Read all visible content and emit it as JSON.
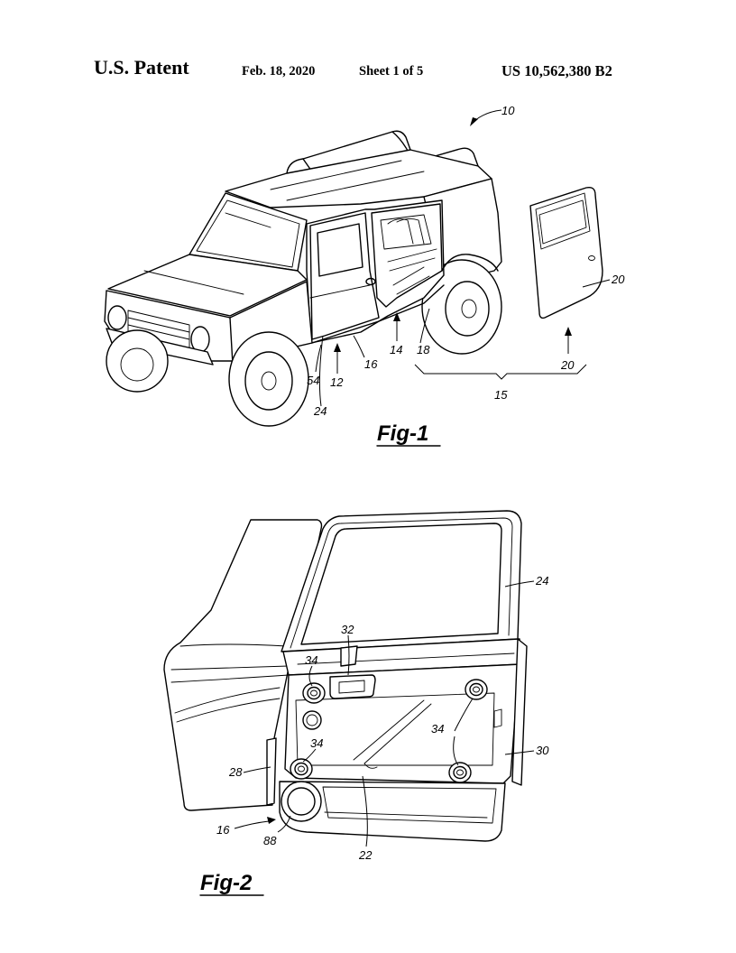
{
  "header": {
    "left": "U.S. Patent",
    "date": "Feb. 18, 2020",
    "sheet": "Sheet 1 of 5",
    "number": "US 10,562,380 B2"
  },
  "figure1": {
    "caption": "Fig-1",
    "refs": {
      "r10": "10",
      "r20a": "20",
      "r20b": "20",
      "r18": "18",
      "r14": "14",
      "r16": "16",
      "r12": "12",
      "r54": "54",
      "r24": "24",
      "r15": "15"
    }
  },
  "figure2": {
    "caption": "Fig-2",
    "refs": {
      "r24": "24",
      "r32": "32",
      "r34a": "34",
      "r34b": "34",
      "r34c": "34",
      "r30": "30",
      "r28": "28",
      "r16": "16",
      "r88": "88",
      "r22": "22"
    }
  }
}
